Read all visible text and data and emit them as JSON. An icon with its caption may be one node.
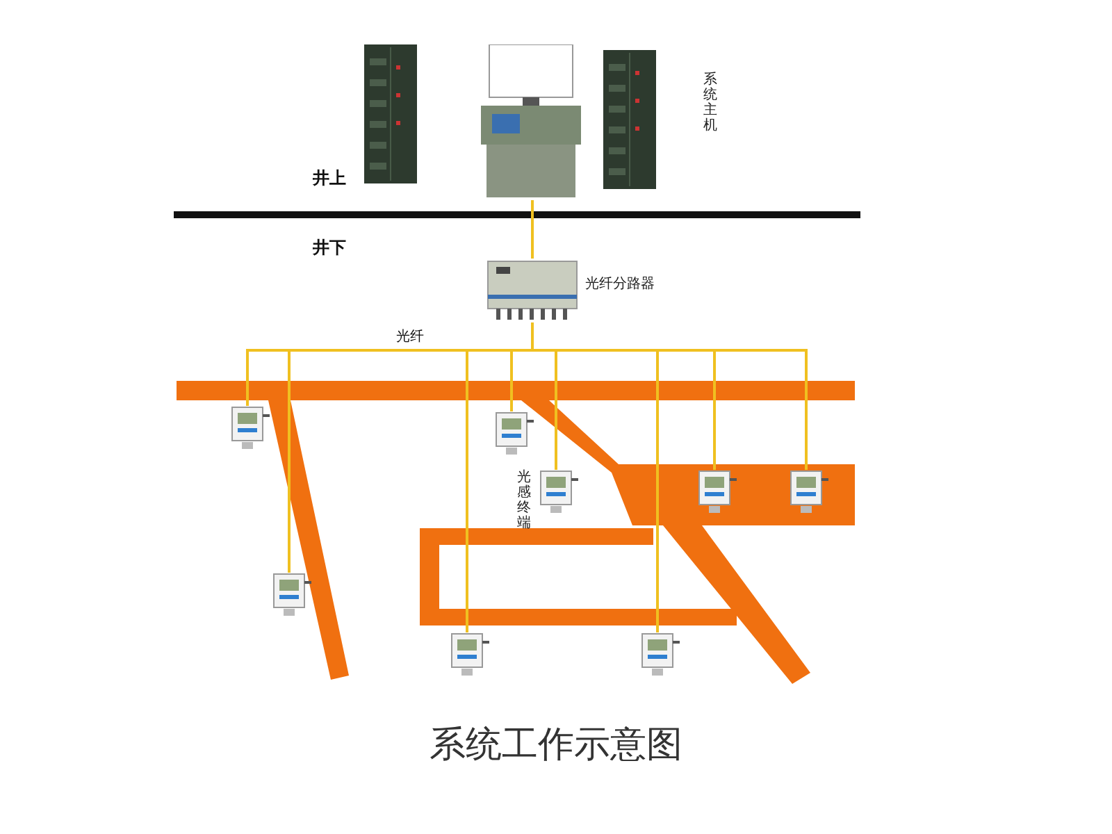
{
  "diagram": {
    "caption": "系统工作示意图",
    "nodes": [
      {
        "text": [],
        "shape": "picture",
        "beside": [
          "系统主机"
        ]
      },
      {
        "text": [],
        "shape": "picture",
        "beside": [
          "光纤分路器"
        ]
      },
      {
        "text": [],
        "shape": "picture"
      },
      {
        "text": [],
        "shape": "picture"
      },
      {
        "text": [],
        "shape": "picture"
      },
      {
        "text": [],
        "shape": "picture"
      },
      {
        "text": [],
        "shape": "picture",
        "beside": [
          "光感终端"
        ]
      },
      {
        "text": [],
        "shape": "picture"
      },
      {
        "text": [],
        "shape": "picture"
      },
      {
        "text": [],
        "shape": "picture"
      }
    ],
    "edges": [
      {
        "from": 0,
        "to": 1,
        "arrow": "none"
      },
      {
        "from": 1,
        "to": 2,
        "arrow": "none"
      },
      {
        "from": 1,
        "to": 3,
        "arrow": "none"
      },
      {
        "from": 1,
        "to": 4,
        "arrow": "none"
      },
      {
        "from": 1,
        "to": 5,
        "arrow": "none"
      },
      {
        "from": 1,
        "to": 6,
        "arrow": "none"
      },
      {
        "from": 1,
        "to": 7,
        "arrow": "none"
      },
      {
        "from": 1,
        "to": 8,
        "arrow": "none"
      },
      {
        "from": 1,
        "to": 9,
        "arrow": "none"
      }
    ],
    "labels": [
      "井上",
      "井下",
      "光纤"
    ]
  }
}
